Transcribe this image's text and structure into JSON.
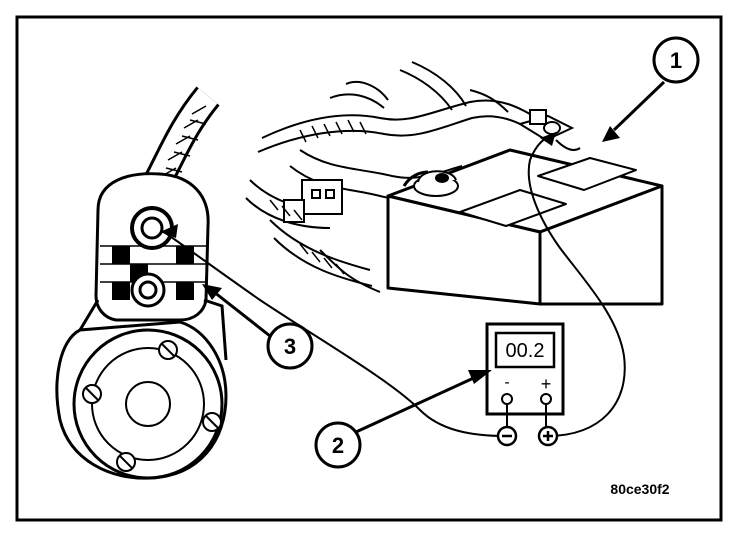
{
  "figure_id": "80ce30f2",
  "callouts": [
    "1",
    "2",
    "3"
  ],
  "meter": {
    "reading": "00.2",
    "neg_symbol": "-",
    "pos_symbol": "+"
  }
}
